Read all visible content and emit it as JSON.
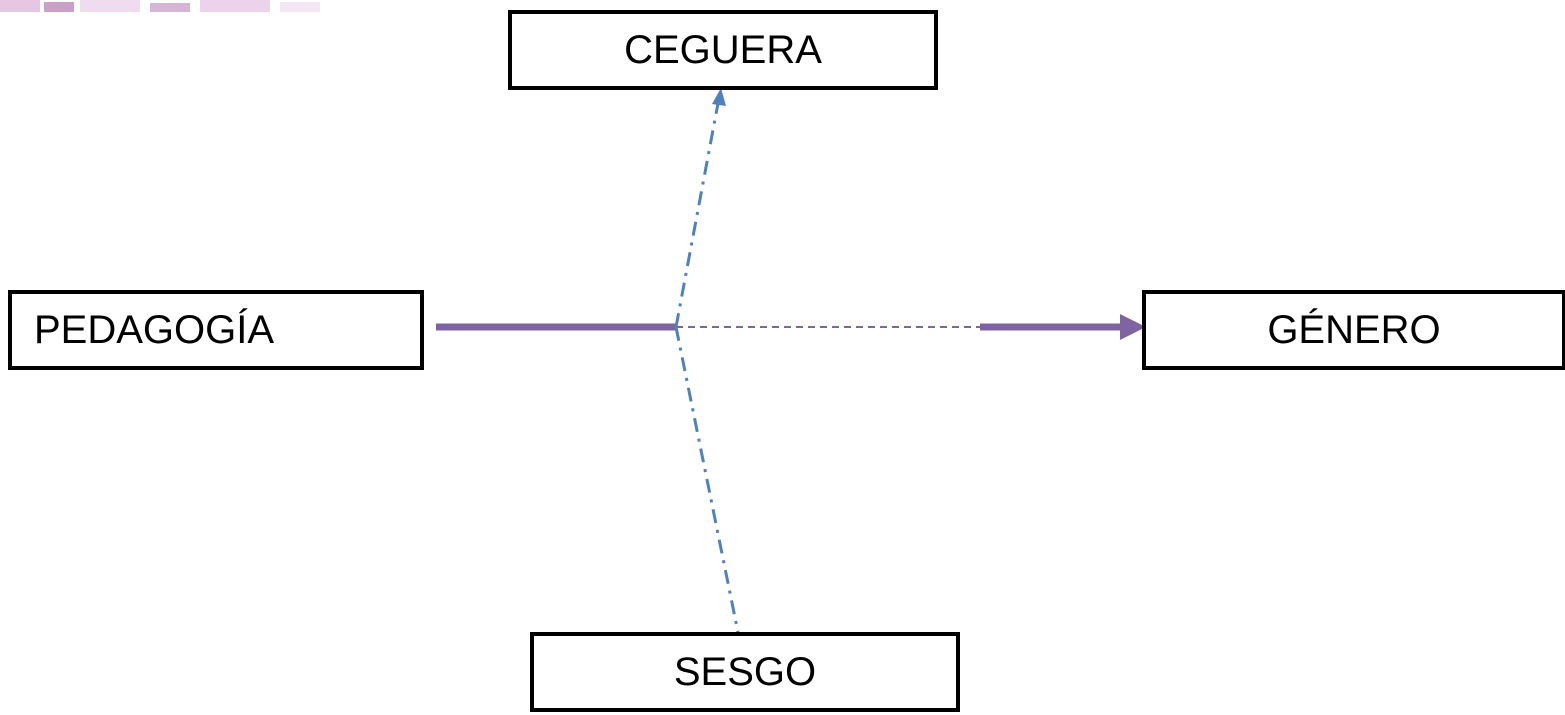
{
  "nodes": {
    "ceguera": "CEGUERA",
    "pedagogia": "PEDAGOGÍA",
    "genero": "GÉNERO",
    "sesgo": "SESGO"
  },
  "colors": {
    "main_arrow": "#8064a2",
    "secondary_arrows": "#4f81bd",
    "box_border": "#000000"
  }
}
